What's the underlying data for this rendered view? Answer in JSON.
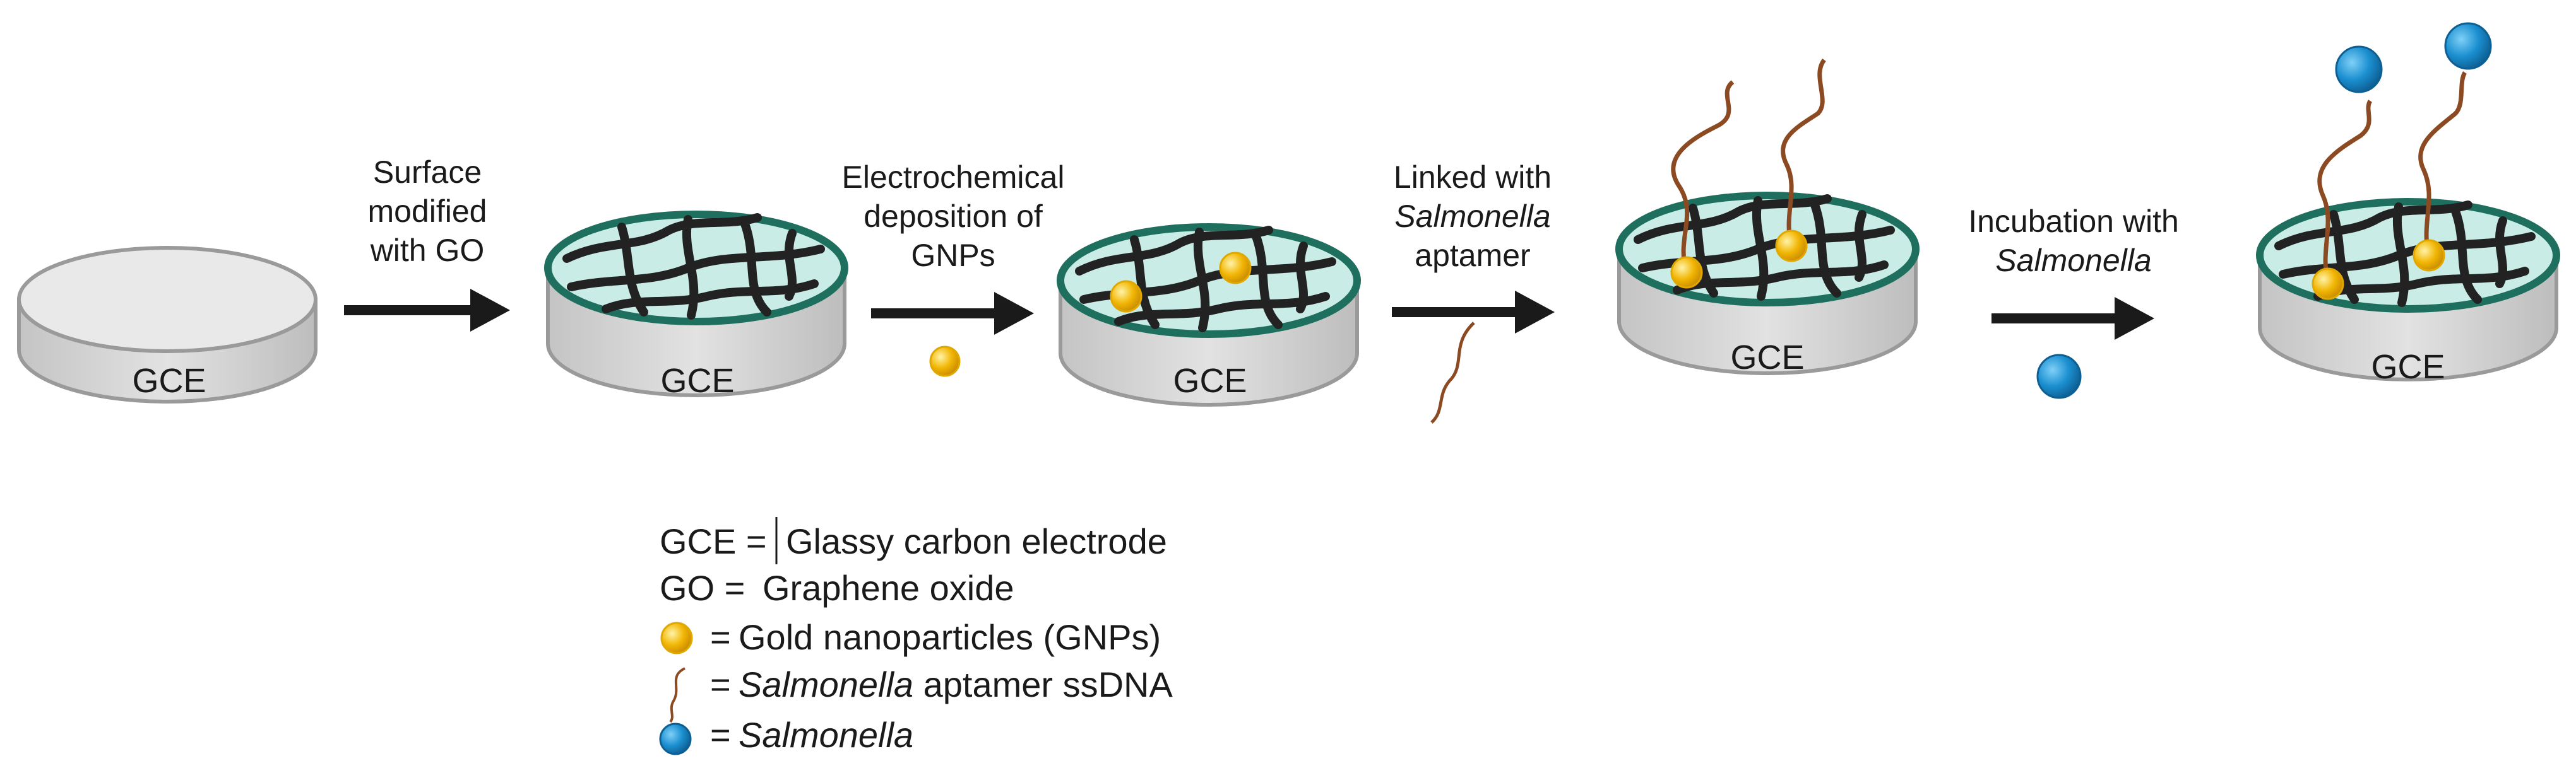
{
  "labels": {
    "gce": "GCE"
  },
  "steps": [
    {
      "line1": "Surface",
      "line2": "modified",
      "line3": "with GO"
    },
    {
      "line1": "Electrochemical",
      "line2": "deposition of",
      "line3": "GNPs"
    },
    {
      "line1": "Linked with",
      "line2": "Salmonella",
      "line3": "aptamer"
    },
    {
      "line1": "Incubation with",
      "line2": "Salmonella"
    }
  ],
  "legend": [
    {
      "key": "GCE =",
      "text": "Glassy carbon electrode"
    },
    {
      "key": "GO =",
      "text": "Graphene oxide"
    },
    {
      "key": "=",
      "text": "Gold nanoparticles (GNPs)"
    },
    {
      "key": "=",
      "italic": "Salmonella",
      "text": " aptamer ssDNA"
    },
    {
      "key": "=",
      "italic": "Salmonella"
    }
  ],
  "colors": {
    "electrode_side": "#d4d4d4",
    "electrode_top": "#e9e9e9",
    "electrode_rim": "#9a9a9a",
    "go_fill": "#c9ece7",
    "go_ring": "#1f6f5f",
    "go_network": "#222222",
    "gold": "#f2b705",
    "aptamer": "#8b4a22",
    "salmonella": "#1b8fd0",
    "arrow": "#1a1a1a"
  }
}
